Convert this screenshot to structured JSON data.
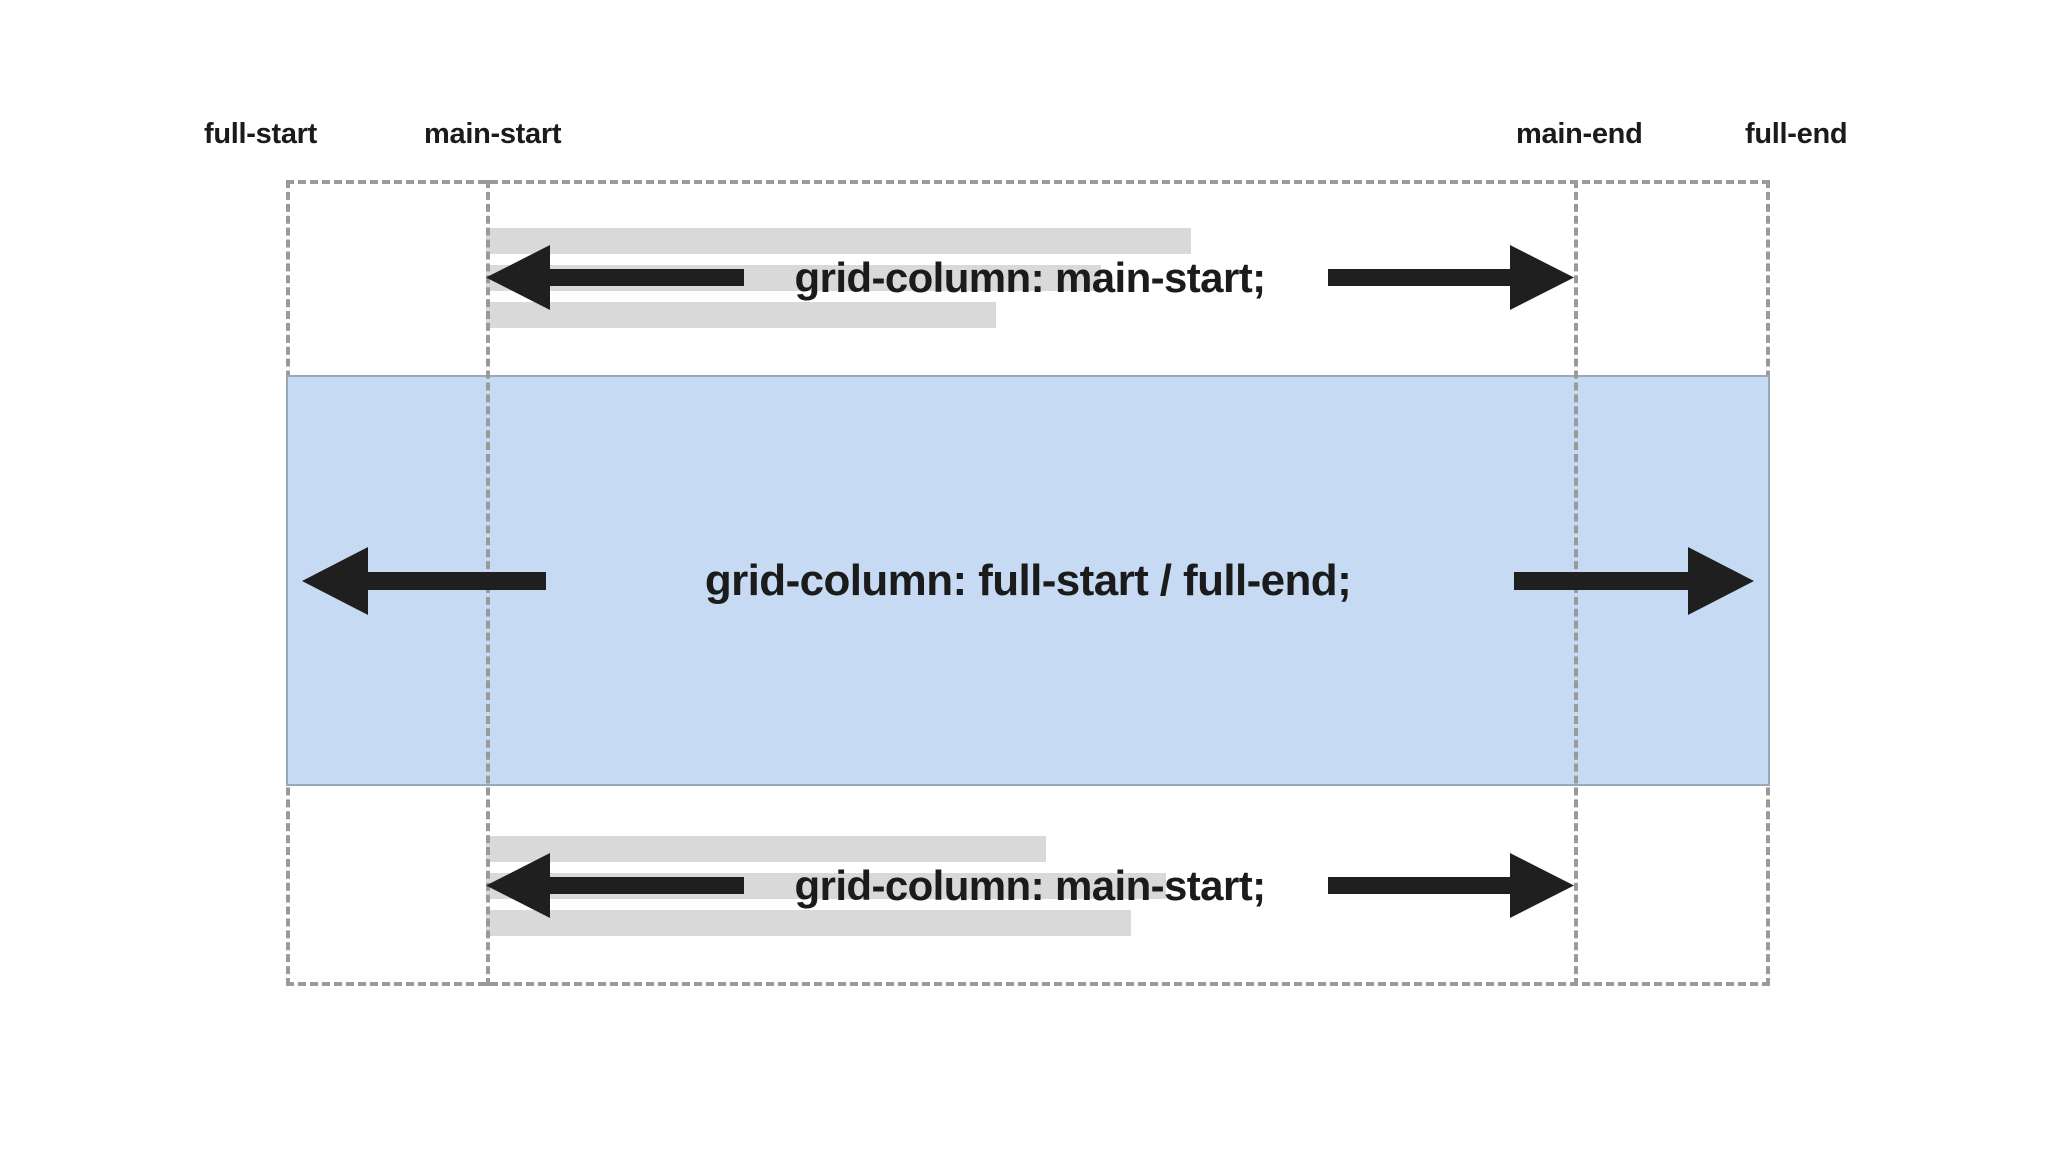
{
  "diagram": {
    "title": "CSS Grid named line columns diagram",
    "background_color": "#ffffff",
    "line_color": "#9a9a9a",
    "bar_color": "#d9d9d9",
    "accent_color": "#c6dbf3",
    "text_color": "#1b1b1b"
  },
  "column_labels": [
    {
      "name": "full-start",
      "text": "full-start"
    },
    {
      "name": "main-start",
      "text": "main-start"
    },
    {
      "name": "main-end",
      "text": "main-end"
    },
    {
      "name": "full-end",
      "text": "full-end"
    }
  ],
  "rows": [
    {
      "id": "top",
      "caption": "grid-column: main-start;",
      "placeholder_bars": [
        705,
        615,
        510
      ],
      "arrow": "double-headed"
    },
    {
      "id": "middle",
      "caption": "grid-column: full-start / full-end;",
      "placeholder_bars": [],
      "arrow": "double-headed",
      "highlight_color": "#c6dbf3"
    },
    {
      "id": "bottom",
      "caption": "grid-column: main-start;",
      "placeholder_bars": [
        560,
        680,
        645
      ],
      "arrow": "double-headed"
    }
  ]
}
